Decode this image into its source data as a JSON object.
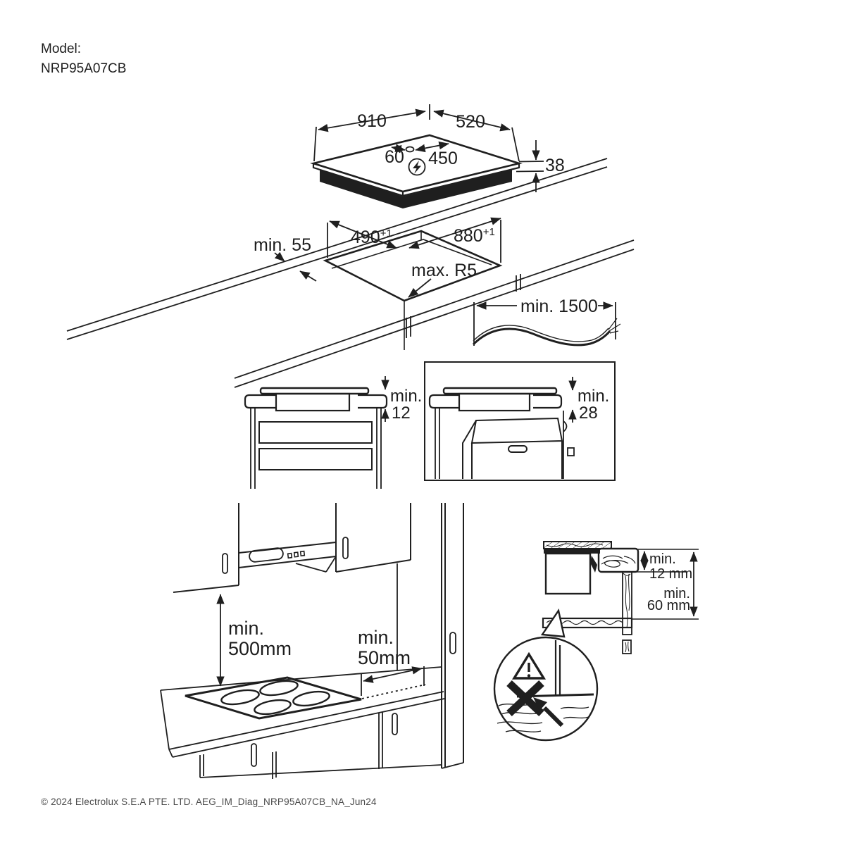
{
  "page": {
    "model_label": "Model:",
    "model_number": "NRP95A07CB",
    "footer_text": "© 2024 Electrolux S.E.A PTE. LTD. AEG_IM_Diag_NRP95A07CB_NA_Jun24"
  },
  "colors": {
    "line": "#1f1f1f",
    "text": "#1d1d1d",
    "footer": "#4a4a4a",
    "background": "#ffffff"
  },
  "hob_diagram": {
    "width_mm": "910",
    "depth_mm": "520",
    "height_mm": "38",
    "power_offset_small": "60",
    "power_offset_large": "450",
    "power_icon": "lightning-bolt-in-circle"
  },
  "cutout_diagram": {
    "front_clearance": "min. 55",
    "depth_value": "490",
    "depth_tolerance": "+1",
    "width_value": "880",
    "width_tolerance": "+1",
    "corner_radius": "max. R5"
  },
  "cable_diagram": {
    "length": "min. 1500"
  },
  "drawer_clearance": {
    "min_label": "min.",
    "value": "12"
  },
  "oven_clearance": {
    "min_label": "min.",
    "value": "28"
  },
  "hood_clearance": {
    "min_label": "min.",
    "value": "500mm"
  },
  "side_clearance": {
    "min_label": "min.",
    "value": "50mm"
  },
  "panel_detail": {
    "thickness_min_label": "min.",
    "thickness_value": "12 mm",
    "gap_min_label": "min.",
    "gap_value": "60 mm",
    "warning_icon": "warning-triangle",
    "prohibited_icon": "cross-mark"
  }
}
